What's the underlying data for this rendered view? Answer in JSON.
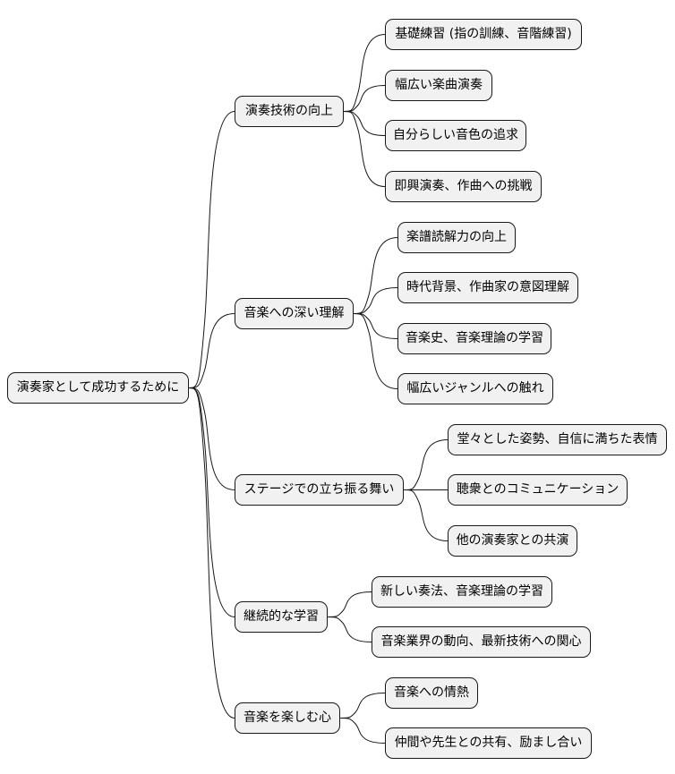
{
  "mindmap": {
    "root": "演奏家として成功するために",
    "branches": [
      {
        "label": "演奏技術の向上",
        "children": [
          "基礎練習 (指の訓練、音階練習)",
          "幅広い楽曲演奏",
          "自分らしい音色の追求",
          "即興演奏、作曲への挑戦"
        ]
      },
      {
        "label": "音楽への深い理解",
        "children": [
          "楽譜読解力の向上",
          "時代背景、作曲家の意図理解",
          "音楽史、音楽理論の学習",
          "幅広いジャンルへの触れ"
        ]
      },
      {
        "label": "ステージでの立ち振る舞い",
        "children": [
          "堂々とした姿勢、自信に満ちた表情",
          "聴衆とのコミュニケーション",
          "他の演奏家との共演"
        ]
      },
      {
        "label": "継続的な学習",
        "children": [
          "新しい奏法、音楽理論の学習",
          "音楽業界の動向、最新技術への関心"
        ]
      },
      {
        "label": "音楽を楽しむ心",
        "children": [
          "音楽への情熱",
          "仲間や先生との共有、励まし合い"
        ]
      }
    ]
  }
}
